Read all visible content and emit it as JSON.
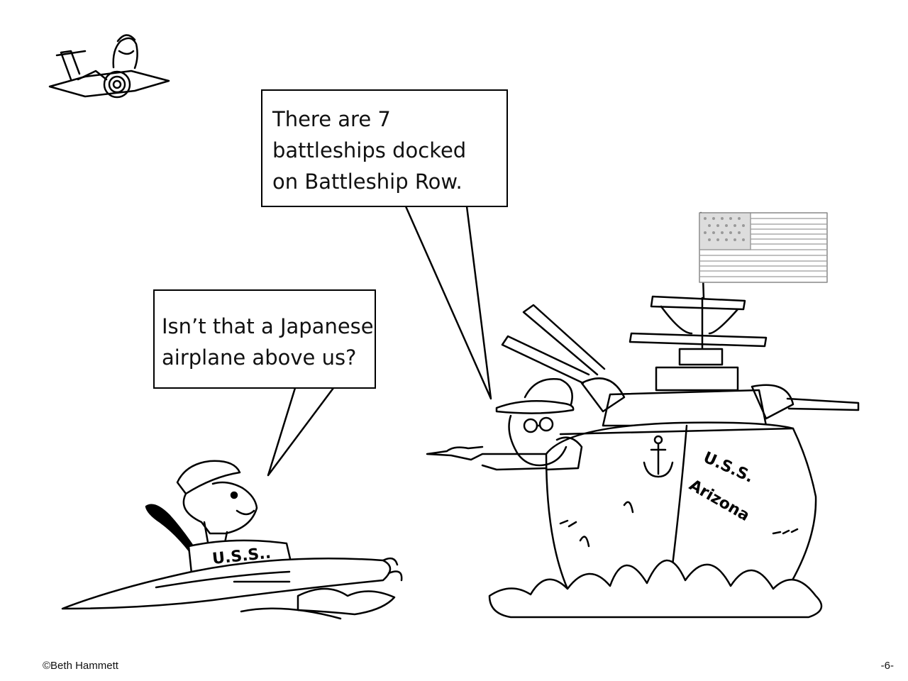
{
  "bubble_right": {
    "lines": [
      "There are 7",
      "battleships docked",
      "on Battleship Row."
    ]
  },
  "bubble_left": {
    "lines": [
      "Isn’t that a Japanese",
      "airplane above us?"
    ]
  },
  "labels": {
    "small_boat": "U.S.S..",
    "ship_line1": "U.S.S.",
    "ship_line2": "Arizona"
  },
  "footer": {
    "copyright": "©Beth Hammett",
    "page": "-6-"
  },
  "icons": [
    "japanese-airplane-icon",
    "american-flag-icon",
    "anchor-icon"
  ],
  "colors": {
    "ink": "#000000",
    "paper": "#ffffff",
    "flag": "#9a9a9a"
  }
}
